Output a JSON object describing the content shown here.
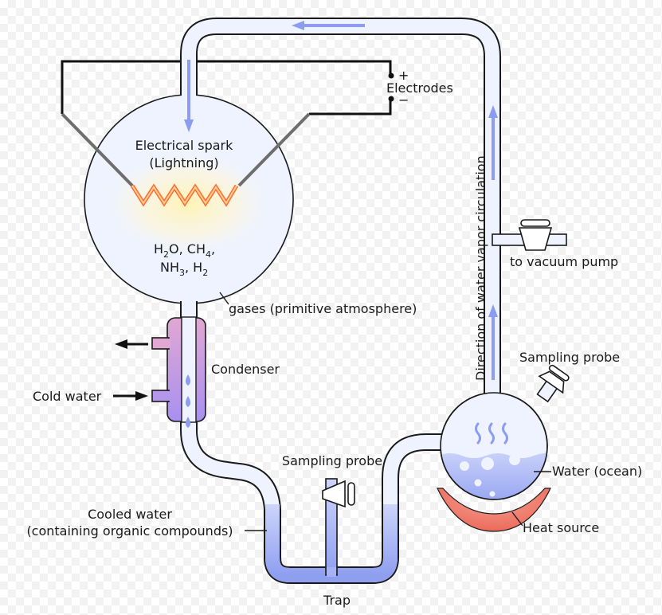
{
  "diagram": {
    "title": "Miller-Urey experiment apparatus",
    "labels": {
      "electrodes": "Electrodes",
      "electrode_positive": "+",
      "electrode_negative": "−",
      "spark_line1": "Electrical spark",
      "spark_line2": "(Lightning)",
      "gases_line1": {
        "a": "H",
        "a_sub": "2",
        "b": "O, CH",
        "b_sub": "4",
        "c": ","
      },
      "gases_line2": {
        "a": "NH",
        "a_sub": "3",
        "b": ", H",
        "b_sub": "2"
      },
      "gases_caption": "gases (primitive atmosphere)",
      "condenser": "Condenser",
      "cold_water": "Cold water",
      "cooled_water_line1": "Cooled water",
      "cooled_water_line2": "(containing organic compounds)",
      "sampling_probe_trap": "Sampling probe",
      "trap": "Trap",
      "direction": "Direction of water vapor circulation",
      "vacuum": "to vacuum pump",
      "sampling_probe_flask": "Sampling probe",
      "water": "Water (ocean)",
      "heat": "Heat source"
    },
    "colors": {
      "tube_fill": "#eef3ff",
      "flow_arrow": "#8c9cf0",
      "water_top": "#c8d0fa",
      "water_bottom": "#8f9ff0",
      "condenser_top": "#e0a8d2",
      "condenser_bottom": "#a890f0",
      "heat_source": "#f07a6a",
      "spark": "#ff6a3a"
    }
  }
}
